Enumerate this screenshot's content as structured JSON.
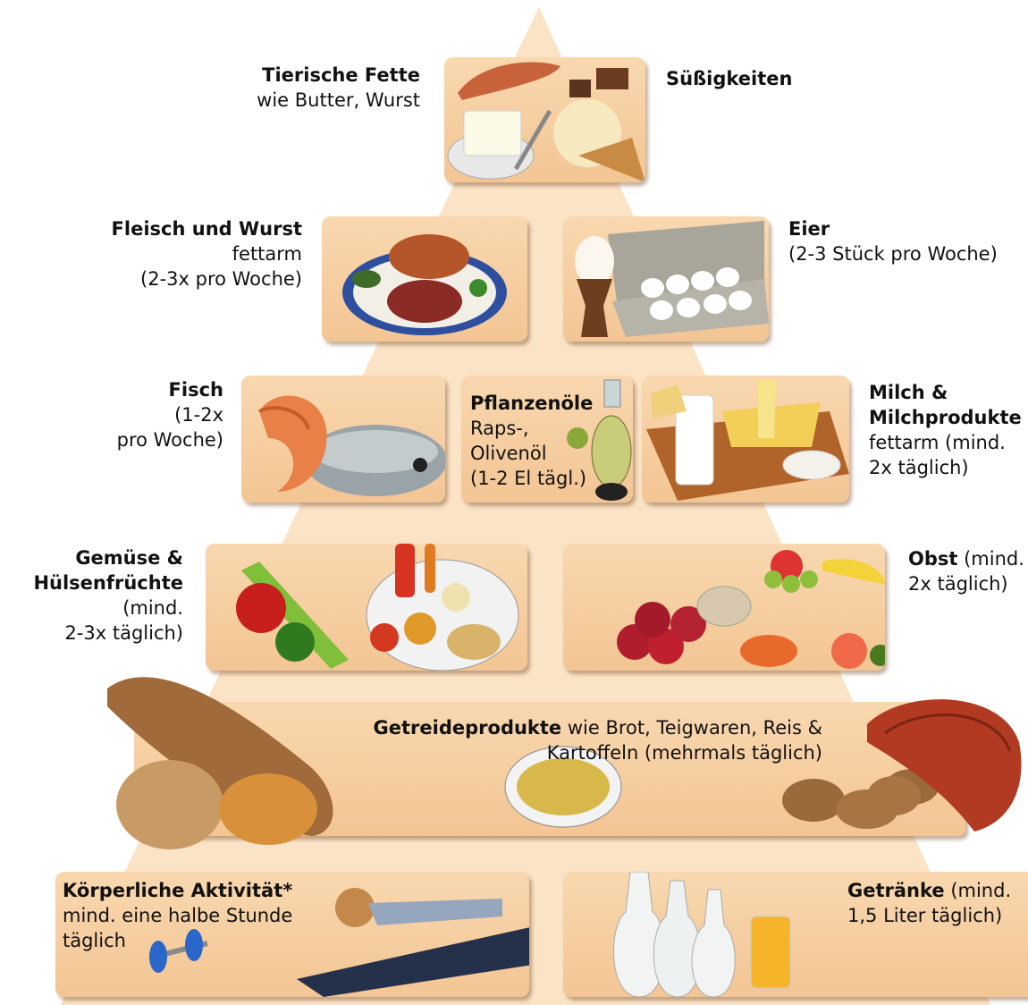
{
  "colors": {
    "pyramid": "#fbe3c6",
    "box": "#f5cb9c"
  },
  "labels": {
    "animal_fats": {
      "title": "Tierische Fette",
      "sub": "wie Butter, Wurst"
    },
    "sweets": {
      "title": "Süßigkeiten"
    },
    "meat": {
      "title": "Fleisch und Wurst",
      "line1": "fettarm",
      "line2": "(2-3x pro Woche)"
    },
    "eggs": {
      "title": "Eier",
      "line1": "(2-3 Stück pro Woche)"
    },
    "fish": {
      "title": "Fisch",
      "line1": "(1-2x",
      "line2": "pro Woche)"
    },
    "oils": {
      "title": "Pflanzenöle",
      "line1": "Raps-,",
      "line2": "Olivenöl",
      "line3": "(1-2 El tägl.)"
    },
    "dairy": {
      "title1": "Milch &",
      "title2": "Milchprodukte",
      "line1": "fettarm (mind.",
      "line2": "2x täglich)"
    },
    "vegetables": {
      "title1": "Gemüse &",
      "title2": "Hülsenfrüchte",
      "line1": "(mind.",
      "line2": "2-3x täglich)"
    },
    "fruit": {
      "title": "Obst",
      "line1": " (mind.",
      "line2": "2x täglich)"
    },
    "grains": {
      "title": "Getreideprodukte",
      "line1": " wie Brot, Teigwaren, Reis &",
      "line2": "Kartoffeln (mehrmals täglich)"
    },
    "activity": {
      "title": "Körperliche Aktivität*",
      "line1": "mind. eine halbe Stunde",
      "line2": "täglich"
    },
    "drinks": {
      "title": "Getränke",
      "line1": " (mind.",
      "line2": "1,5 Liter täglich)"
    }
  }
}
